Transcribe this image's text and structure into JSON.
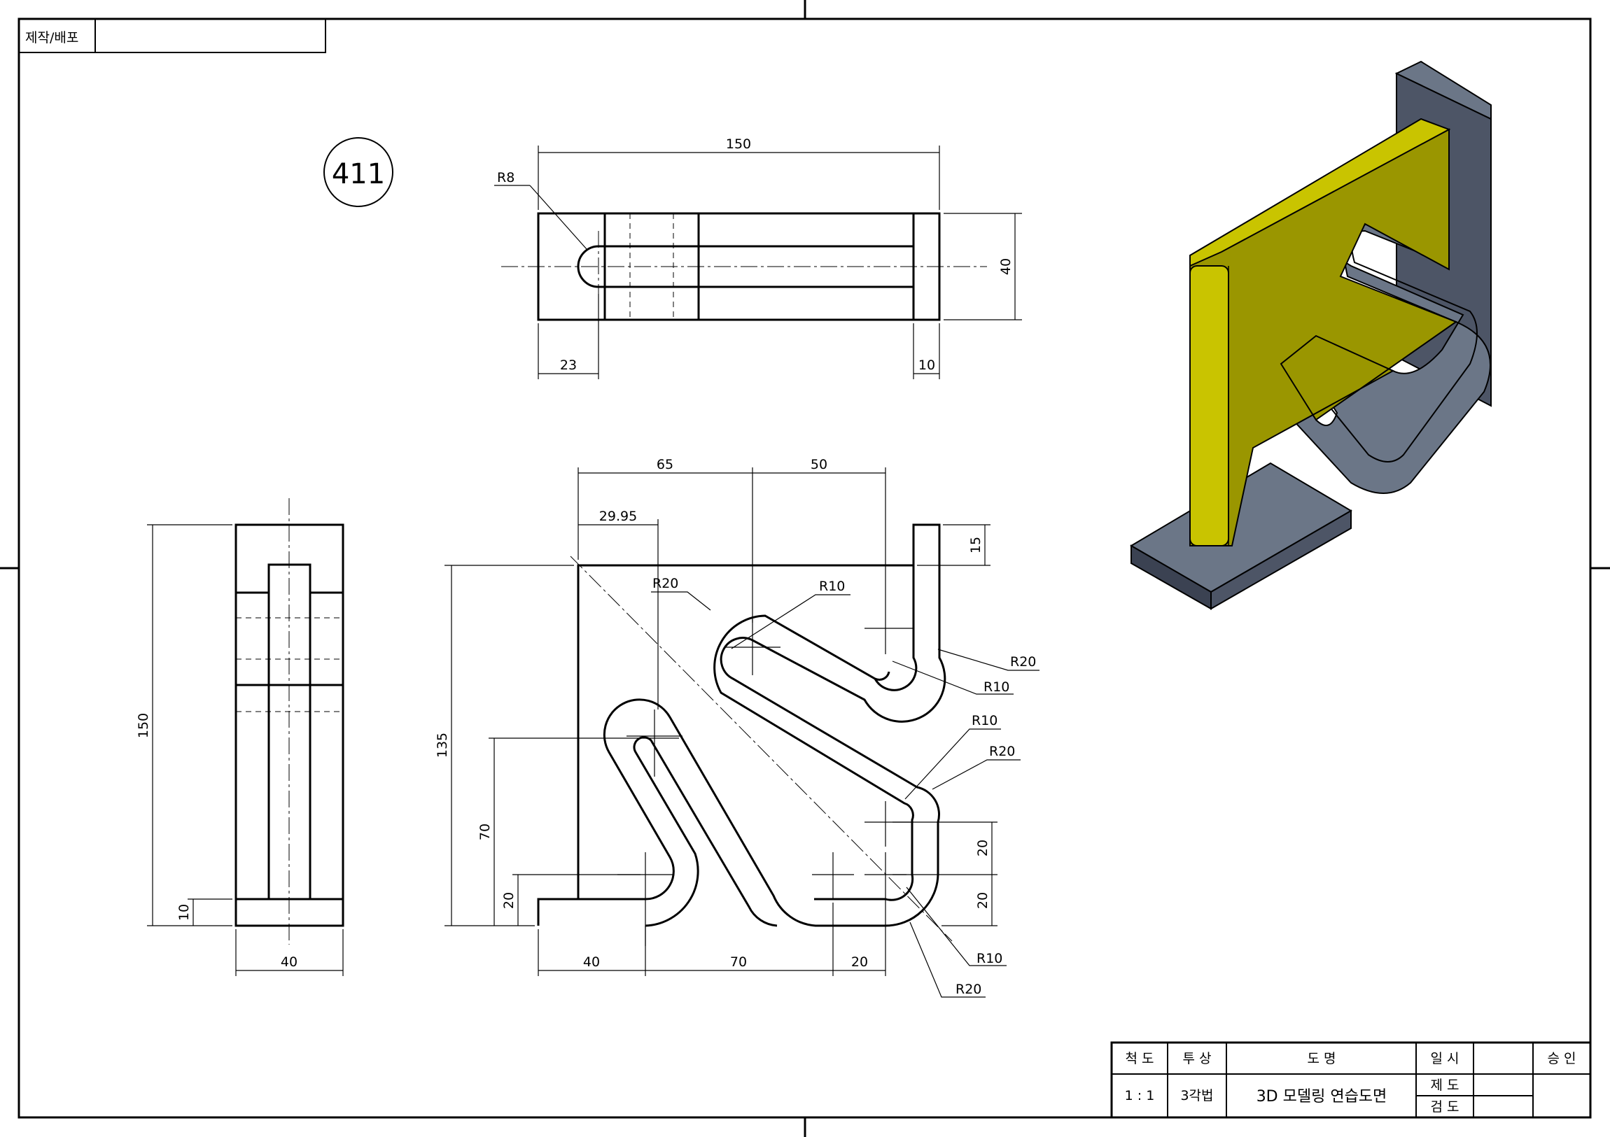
{
  "header_box": {
    "label": "제작/배포"
  },
  "drawing_number": "411",
  "top_view": {
    "dims": {
      "length": "150",
      "radius": "R8",
      "height": "40",
      "left_offset": "23",
      "right_offset": "10"
    }
  },
  "side_view": {
    "dims": {
      "height": "150",
      "base": "10",
      "width": "40"
    }
  },
  "front_view": {
    "dims": {
      "top_65": "65",
      "top_50": "50",
      "top_29_95": "29.95",
      "right_15": "15",
      "left_135": "135",
      "left_70": "70",
      "left_20": "20",
      "right_20a": "20",
      "right_20b": "20",
      "bottom_40": "40",
      "bottom_70": "70",
      "bottom_20": "20",
      "r20_a": "R20",
      "r10_a": "R10",
      "r20_b": "R20",
      "r10_b": "R10",
      "r10_c": "R10",
      "r20_c": "R20",
      "r10_d": "R10",
      "r20_d": "R20"
    }
  },
  "title_block": {
    "scale_label": "척 도",
    "projection_label": "투 상",
    "name_label": "도 명",
    "date_label": "일 시",
    "approve_label": "승 인",
    "scale_value": "1 : 1",
    "projection_value": "3각법",
    "name_value": "3D 모델링 연습도면",
    "drawn_label": "제 도",
    "checked_label": "검 도"
  },
  "colors": {
    "face": "#9a9600",
    "face_highlight": "#c9c400",
    "steel": "#6b7687",
    "steel_dark": "#3b4252",
    "steel_light": "#8a93a2"
  }
}
